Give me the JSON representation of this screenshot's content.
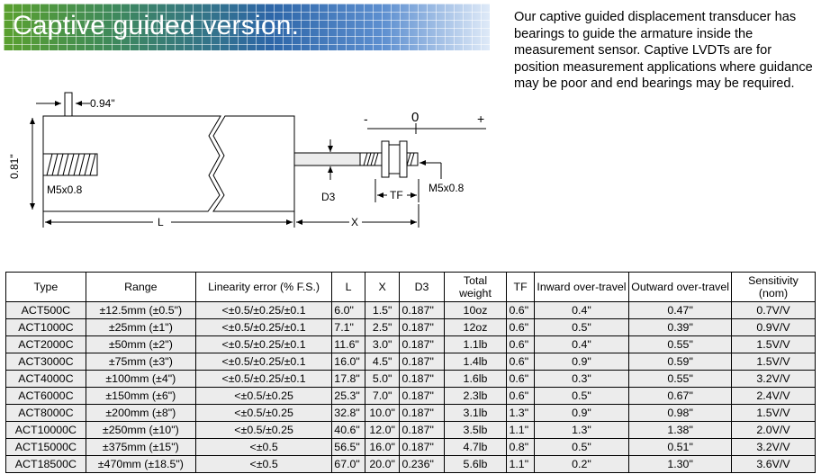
{
  "banner": {
    "title": "Captive guided version."
  },
  "description": "Our captive guided displacement transducer has bearings to guide the armature inside the measurement sensor. Captive LVDTs are for position measurement applications where guidance may be poor and end bearings may be required.",
  "diagram": {
    "dim_top": "0.94\"",
    "dim_side": "0.81\"",
    "thread_left": "M5x0.8",
    "thread_right": "M5x0.8",
    "label_l": "L",
    "label_x": "X",
    "label_d3": "D3",
    "label_tf": "TF",
    "scale_minus": "-",
    "scale_zero": "0",
    "scale_plus": "+"
  },
  "table": {
    "headers": [
      "Type",
      "Range",
      "Linearity error (% F.S.)",
      "L",
      "X",
      "D3",
      "Total weight",
      "TF",
      "Inward over-travel",
      "Outward over-travel",
      "Sensitivity (nom)"
    ],
    "rows": [
      [
        "ACT500C",
        "±12.5mm (±0.5\")",
        "<±0.5/±0.25/±0.1",
        "6.0\"",
        "1.5\"",
        "0.187\"",
        "10oz",
        "0.6\"",
        "0.4\"",
        "0.47\"",
        "0.7V/V"
      ],
      [
        "ACT1000C",
        "±25mm (±1\")",
        "<±0.5/±0.25/±0.1",
        "7.1\"",
        "2.5\"",
        "0.187\"",
        "12oz",
        "0.6\"",
        "0.5\"",
        "0.39\"",
        "0.9V/V"
      ],
      [
        "ACT2000C",
        "±50mm (±2\")",
        "<±0.5/±0.25/±0.1",
        "11.6\"",
        "3.0\"",
        "0.187\"",
        "1.1lb",
        "0.6\"",
        "0.4\"",
        "0.55\"",
        "1.5V/V"
      ],
      [
        "ACT3000C",
        "±75mm (±3\")",
        "<±0.5/±0.25/±0.1",
        "16.0\"",
        "4.5\"",
        "0.187\"",
        "1.4lb",
        "0.6\"",
        "0.9\"",
        "0.59\"",
        "1.5V/V"
      ],
      [
        "ACT4000C",
        "±100mm (±4\")",
        "<±0.5/±0.25/±0.1",
        "17.8\"",
        "5.0\"",
        "0.187\"",
        "1.6lb",
        "0.6\"",
        "0.3\"",
        "0.55\"",
        "3.2V/V"
      ],
      [
        "ACT6000C",
        "±150mm (±6\")",
        "<±0.5/±0.25",
        "25.3\"",
        "7.0\"",
        "0.187\"",
        "2.3lb",
        "0.6\"",
        "0.5\"",
        "0.67\"",
        "2.4V/V"
      ],
      [
        "ACT8000C",
        "±200mm (±8\")",
        "<±0.5/±0.25",
        "32.8\"",
        "10.0\"",
        "0.187\"",
        "3.1lb",
        "1.3\"",
        "0.9\"",
        "0.98\"",
        "1.5V/V"
      ],
      [
        "ACT10000C",
        "±250mm (±10\")",
        "<±0.5/±0.25",
        "40.6\"",
        "12.0\"",
        "0.187\"",
        "3.5lb",
        "1.1\"",
        "1.3\"",
        "1.38\"",
        "2.0V/V"
      ],
      [
        "ACT15000C",
        "±375mm (±15\")",
        "<±0.5",
        "56.5\"",
        "16.0\"",
        "0.187\"",
        "4.7lb",
        "0.8\"",
        "0.5\"",
        "0.51\"",
        "3.2V/V"
      ],
      [
        "ACT18500C",
        "±470mm (±18.5\")",
        "<±0.5",
        "67.0\"",
        "20.0\"",
        "0.236\"",
        "5.6lb",
        "1.1\"",
        "0.2\"",
        "1.30\"",
        "3.6V/V"
      ]
    ]
  }
}
